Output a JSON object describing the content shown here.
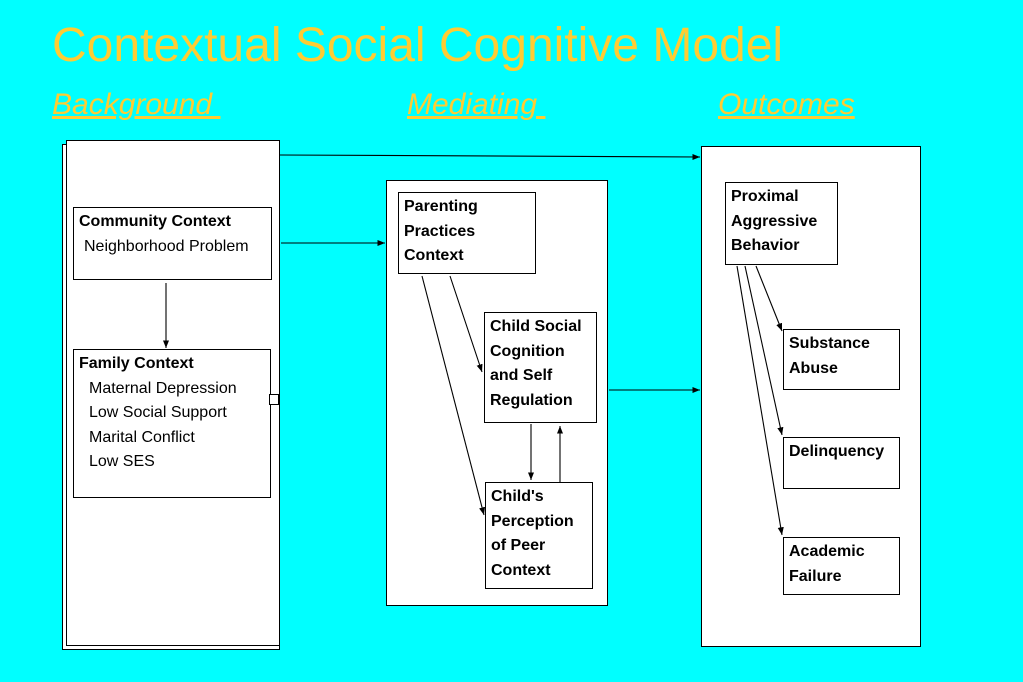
{
  "title": "Contextual Social Cognitive Model",
  "columns": {
    "background": "Background ",
    "mediating": "Mediating ",
    "outcomes": "Outcomes"
  },
  "nodes": {
    "community": {
      "title": "Community Context",
      "items": [
        "Neighborhood Problem"
      ]
    },
    "family": {
      "title": "Family Context",
      "items": [
        "Maternal Depression",
        "Low Social Support",
        "Marital Conflict",
        "Low SES"
      ]
    },
    "parenting": {
      "lines": [
        "Parenting",
        "Practices",
        "Context"
      ]
    },
    "child_social": {
      "lines": [
        "Child Social",
        "Cognition",
        "and Self",
        "Regulation"
      ]
    },
    "peer": {
      "lines": [
        "Child's",
        "Perception",
        "of Peer",
        "Context"
      ]
    },
    "proximal": {
      "lines": [
        "Proximal",
        "Aggressive",
        "Behavior"
      ]
    },
    "substance": {
      "lines": [
        "Substance",
        "Abuse"
      ]
    },
    "delinquency": {
      "lines": [
        "Delinquency"
      ]
    },
    "academic": {
      "lines": [
        "Academic",
        "Failure"
      ]
    }
  },
  "colors": {
    "background": "#00FFFF",
    "title": "#FFCC33",
    "box": "#FFFFFF",
    "line": "#000000"
  }
}
